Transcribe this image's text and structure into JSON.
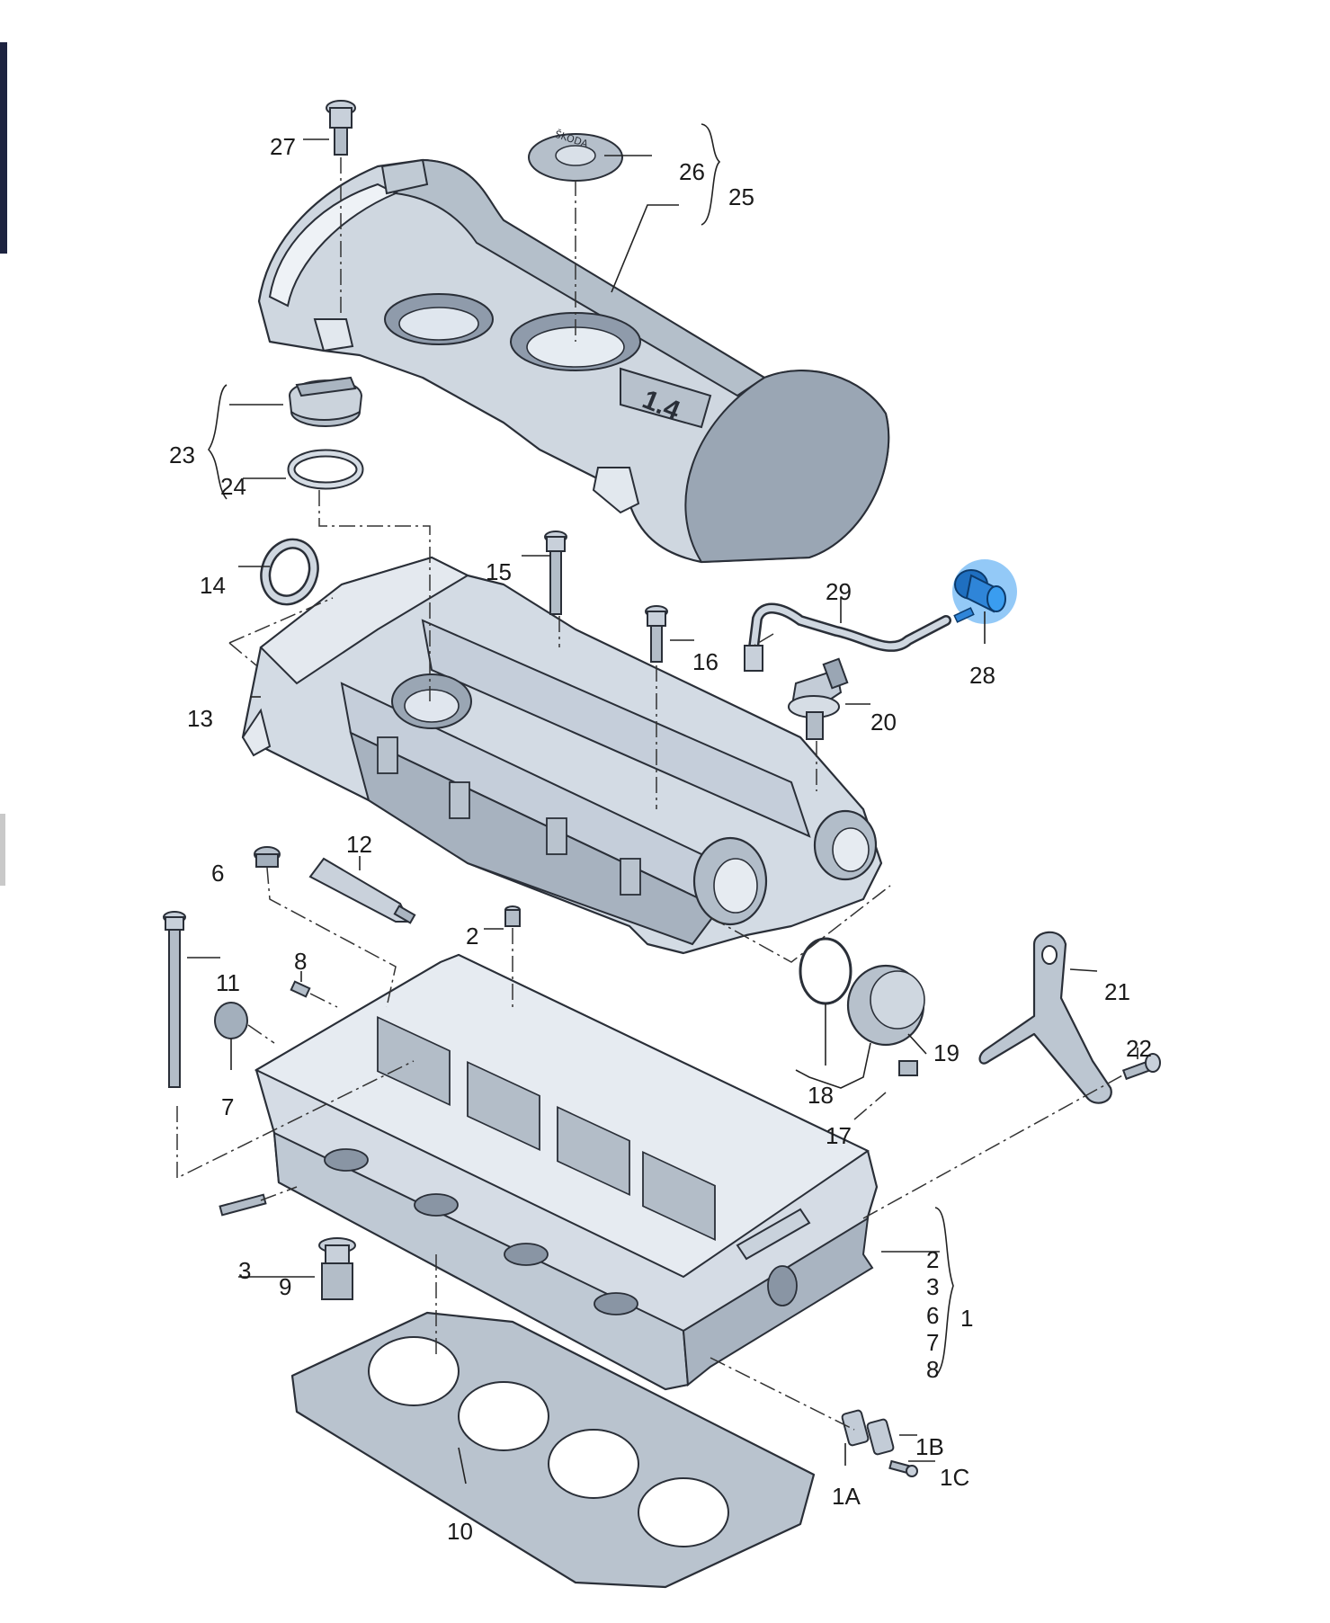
{
  "diagram": {
    "brand_text": "ŠKODA",
    "engine_badge": "1.4",
    "colors": {
      "part_fill": "#d7dee6",
      "part_shade": "#aeb9c5",
      "part_dark": "#8c98a6",
      "outline": "#2a2f38",
      "highlight": "#3a9df0",
      "left_bar": "#1d2340"
    },
    "callouts": {
      "n1": "1",
      "n1A": "1A",
      "n1B": "1B",
      "n1C": "1C",
      "n2a": "2",
      "n2b": "2",
      "n3a": "3",
      "n3b": "3",
      "n6a": "6",
      "n6b": "6",
      "n7a": "7",
      "n7b": "7",
      "n8a": "8",
      "n8b": "8",
      "n9": "9",
      "n10": "10",
      "n11": "11",
      "n12": "12",
      "n13": "13",
      "n14": "14",
      "n15": "15",
      "n16": "16",
      "n17": "17",
      "n18": "18",
      "n19": "19",
      "n20": "20",
      "n21": "21",
      "n22": "22",
      "n23": "23",
      "n24": "24",
      "n25": "25",
      "n26": "26",
      "n27": "27",
      "n28": "28",
      "n29": "29"
    }
  }
}
